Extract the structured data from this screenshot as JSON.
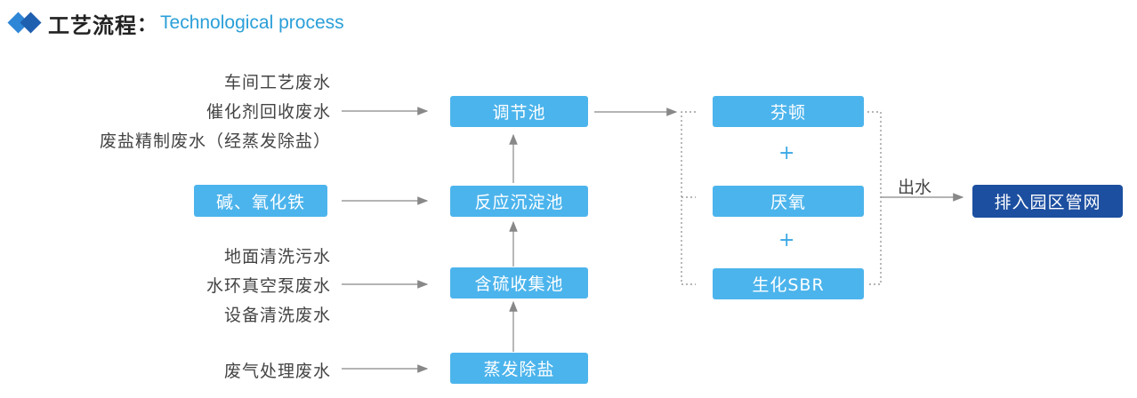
{
  "header": {
    "title_cn": "工艺流程",
    "colon": "：",
    "title_en": "Technological process"
  },
  "sources": {
    "group1": [
      "车间工艺废水",
      "催化剂回收废水",
      "废盐精制废水（经蒸发除盐）"
    ],
    "reagent": "碱、氧化铁",
    "group3": [
      "地面清洗污水",
      "水环真空泵废水",
      "设备清洗废水"
    ],
    "group4": "废气处理废水"
  },
  "process": {
    "tiaojie": "调节池",
    "fanying": "反应沉淀池",
    "hanliu": "含硫收集池",
    "zhengfa": "蒸发除盐"
  },
  "treatment": {
    "fenton": "芬顿",
    "anaerobic": "厌氧",
    "sbr": "生化SBR",
    "plus": "+"
  },
  "output": {
    "label": "出水",
    "destination": "排入园区管网"
  },
  "colors": {
    "box": "#4cb4ec",
    "box_dark": "#1c4fa0",
    "accent": "#2a9fd8"
  }
}
